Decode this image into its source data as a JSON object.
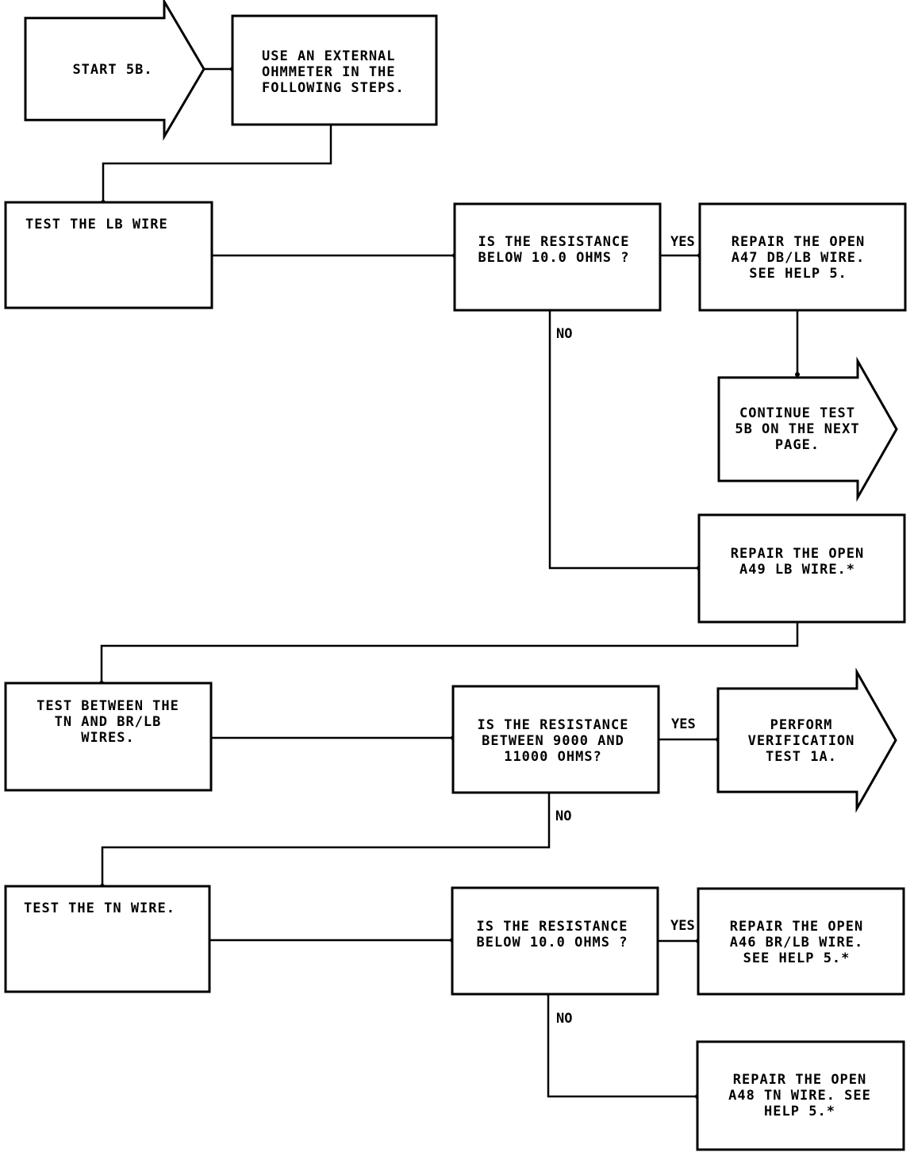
{
  "flowchart": {
    "nodes": [
      {
        "id": "start",
        "shape": "arrow",
        "lines": [
          "START 5B."
        ]
      },
      {
        "id": "use_ohmmeter",
        "shape": "box",
        "lines": [
          "USE AN EXTERNAL",
          "OHMMETER IN THE",
          "FOLLOWING STEPS."
        ]
      },
      {
        "id": "test_lb",
        "shape": "box",
        "lines": [
          "TEST THE LB WIRE"
        ]
      },
      {
        "id": "q1",
        "shape": "box",
        "lines": [
          "IS THE RESISTANCE",
          "BELOW 10.0 OHMS ?"
        ]
      },
      {
        "id": "repair_a47",
        "shape": "box",
        "lines": [
          "REPAIR THE OPEN",
          "A47 DB/LB WIRE.",
          "SEE HELP 5."
        ]
      },
      {
        "id": "continue_5b",
        "shape": "arrow",
        "lines": [
          "CONTINUE TEST",
          "5B ON THE NEXT",
          "PAGE."
        ]
      },
      {
        "id": "repair_a49",
        "shape": "box",
        "lines": [
          "REPAIR THE OPEN",
          "A49 LB WIRE.*"
        ]
      },
      {
        "id": "test_between",
        "shape": "box",
        "lines": [
          "TEST BETWEEN THE",
          "TN AND BR/LB",
          "WIRES."
        ]
      },
      {
        "id": "q2",
        "shape": "box",
        "lines": [
          "IS THE RESISTANCE",
          "BETWEEN 9000 AND",
          "11000 OHMS?"
        ]
      },
      {
        "id": "perform_1a",
        "shape": "arrow",
        "lines": [
          "PERFORM",
          "VERIFICATION",
          "TEST 1A."
        ]
      },
      {
        "id": "test_tn",
        "shape": "box",
        "lines": [
          "TEST THE TN WIRE."
        ]
      },
      {
        "id": "q3",
        "shape": "box",
        "lines": [
          "IS THE RESISTANCE",
          "BELOW 10.0 OHMS ?"
        ]
      },
      {
        "id": "repair_a46",
        "shape": "box",
        "lines": [
          "REPAIR THE OPEN",
          "A46 BR/LB WIRE.",
          "SEE HELP 5.*"
        ]
      },
      {
        "id": "repair_a48",
        "shape": "box",
        "lines": [
          "REPAIR THE OPEN",
          "A48 TN WIRE. SEE",
          "HELP 5.*"
        ]
      }
    ],
    "edges": [
      {
        "from": "start",
        "to": "use_ohmmeter",
        "label": ""
      },
      {
        "from": "use_ohmmeter",
        "to": "test_lb",
        "label": ""
      },
      {
        "from": "test_lb",
        "to": "q1",
        "label": ""
      },
      {
        "from": "q1",
        "to": "repair_a47",
        "label": "YES"
      },
      {
        "from": "q1",
        "to": "repair_a49",
        "label": "NO"
      },
      {
        "from": "repair_a47",
        "to": "continue_5b",
        "label": ""
      },
      {
        "from": "repair_a49",
        "to": "test_between",
        "label": ""
      },
      {
        "from": "test_between",
        "to": "q2",
        "label": ""
      },
      {
        "from": "q2",
        "to": "perform_1a",
        "label": "YES"
      },
      {
        "from": "q2",
        "to": "test_tn",
        "label": "NO"
      },
      {
        "from": "test_tn",
        "to": "q3",
        "label": ""
      },
      {
        "from": "q3",
        "to": "repair_a46",
        "label": "YES"
      },
      {
        "from": "q3",
        "to": "repair_a48",
        "label": "NO"
      }
    ]
  }
}
